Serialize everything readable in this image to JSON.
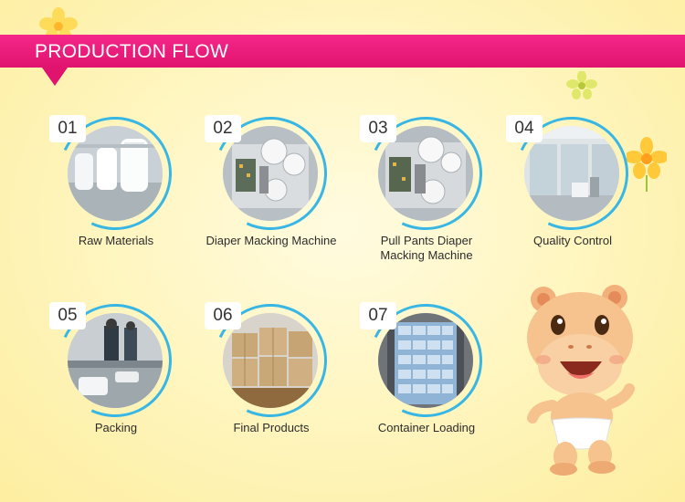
{
  "header": {
    "title": "PRODUCTION FLOW"
  },
  "colors": {
    "banner": "#e0136f",
    "ring": "#38b6e4",
    "background": "#fff6c2"
  },
  "steps": [
    {
      "number": "01",
      "label": "Raw Materials",
      "icon": "raw-materials-photo"
    },
    {
      "number": "02",
      "label": "Diaper Macking Machine",
      "icon": "diaper-machine-photo"
    },
    {
      "number": "03",
      "label": "Pull Pants Diaper\nMacking Machine",
      "icon": "pull-pants-machine-photo"
    },
    {
      "number": "04",
      "label": "Quality Control",
      "icon": "quality-control-photo"
    },
    {
      "number": "05",
      "label": "Packing",
      "icon": "packing-photo"
    },
    {
      "number": "06",
      "label": "Final Products",
      "icon": "boxes-photo"
    },
    {
      "number": "07",
      "label": "Container Loading",
      "icon": "container-photo"
    }
  ]
}
